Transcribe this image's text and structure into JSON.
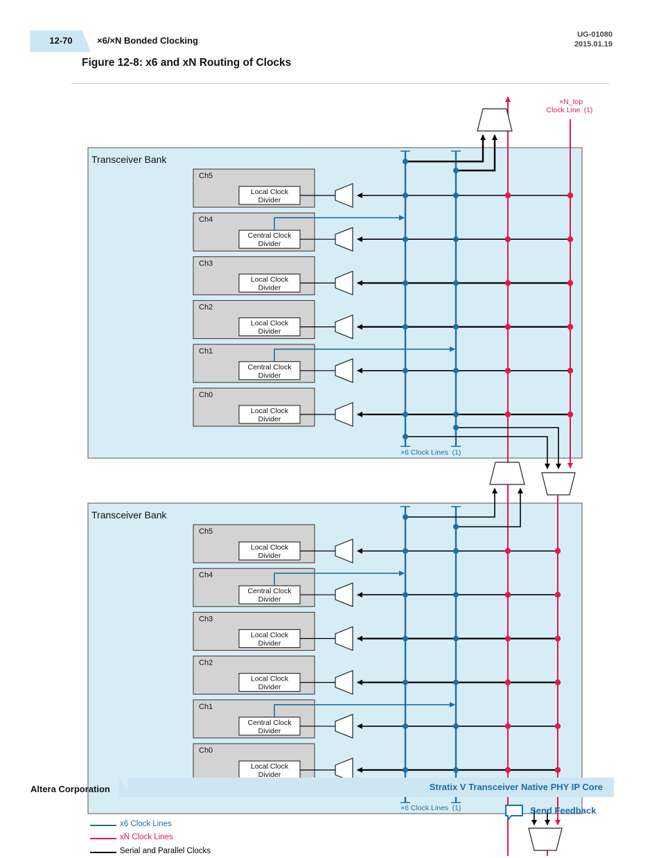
{
  "header": {
    "page_number": "12-70",
    "section": "×6/×N Bonded Clocking",
    "doc_id": "UG-01080",
    "doc_date": "2015.01.19"
  },
  "figure": {
    "title": "Figure 12-8: x6 and xN Routing of Clocks",
    "top_label_line1": "×N_top",
    "top_label_line2": "Clock Line",
    "top_label_note": "(1)",
    "x6_label": "×6 Clock Lines",
    "x6_note": "(1)",
    "banks": [
      {
        "label": "Transceiver Bank",
        "channels": [
          {
            "name": "Ch5",
            "divider_line1": "Local Clock",
            "divider_line2": "Divider"
          },
          {
            "name": "Ch4",
            "divider_line1": "Central Clock",
            "divider_line2": "Divider"
          },
          {
            "name": "Ch3",
            "divider_line1": "Local Clock",
            "divider_line2": "Divider"
          },
          {
            "name": "Ch2",
            "divider_line1": "Local Clock",
            "divider_line2": "Divider"
          },
          {
            "name": "Ch1",
            "divider_line1": "Central Clock",
            "divider_line2": "Divider"
          },
          {
            "name": "Ch0",
            "divider_line1": "Local Clock",
            "divider_line2": "Divider"
          }
        ]
      },
      {
        "label": "Transceiver Bank",
        "channels": [
          {
            "name": "Ch5",
            "divider_line1": "Local Clock",
            "divider_line2": "Divider"
          },
          {
            "name": "Ch4",
            "divider_line1": "Central Clock",
            "divider_line2": "Divider"
          },
          {
            "name": "Ch3",
            "divider_line1": "Local Clock",
            "divider_line2": "Divider"
          },
          {
            "name": "Ch2",
            "divider_line1": "Local Clock",
            "divider_line2": "Divider"
          },
          {
            "name": "Ch1",
            "divider_line1": "Central Clock",
            "divider_line2": "Divider"
          },
          {
            "name": "Ch0",
            "divider_line1": "Local Clock",
            "divider_line2": "Divider"
          }
        ]
      }
    ]
  },
  "legend": [
    {
      "label": "x6 Clock Lines",
      "color": "#1b6fa8"
    },
    {
      "label": "xN Clock Lines",
      "color": "#e3184c"
    },
    {
      "label": "Serial and Parallel Clocks",
      "color": "#000000"
    }
  ],
  "footer": {
    "company": "Altera Corporation",
    "doc_title": "Stratix V Transceiver Native PHY IP Core",
    "feedback": "Send Feedback"
  },
  "colors": {
    "x6": "#1b6fa8",
    "xn": "#e3184c",
    "serial": "#000000",
    "bank_fill": "#d7edf6",
    "channel_fill": "#d3d3d3"
  },
  "icons": {
    "feedback": "speech-bubble-icon"
  }
}
